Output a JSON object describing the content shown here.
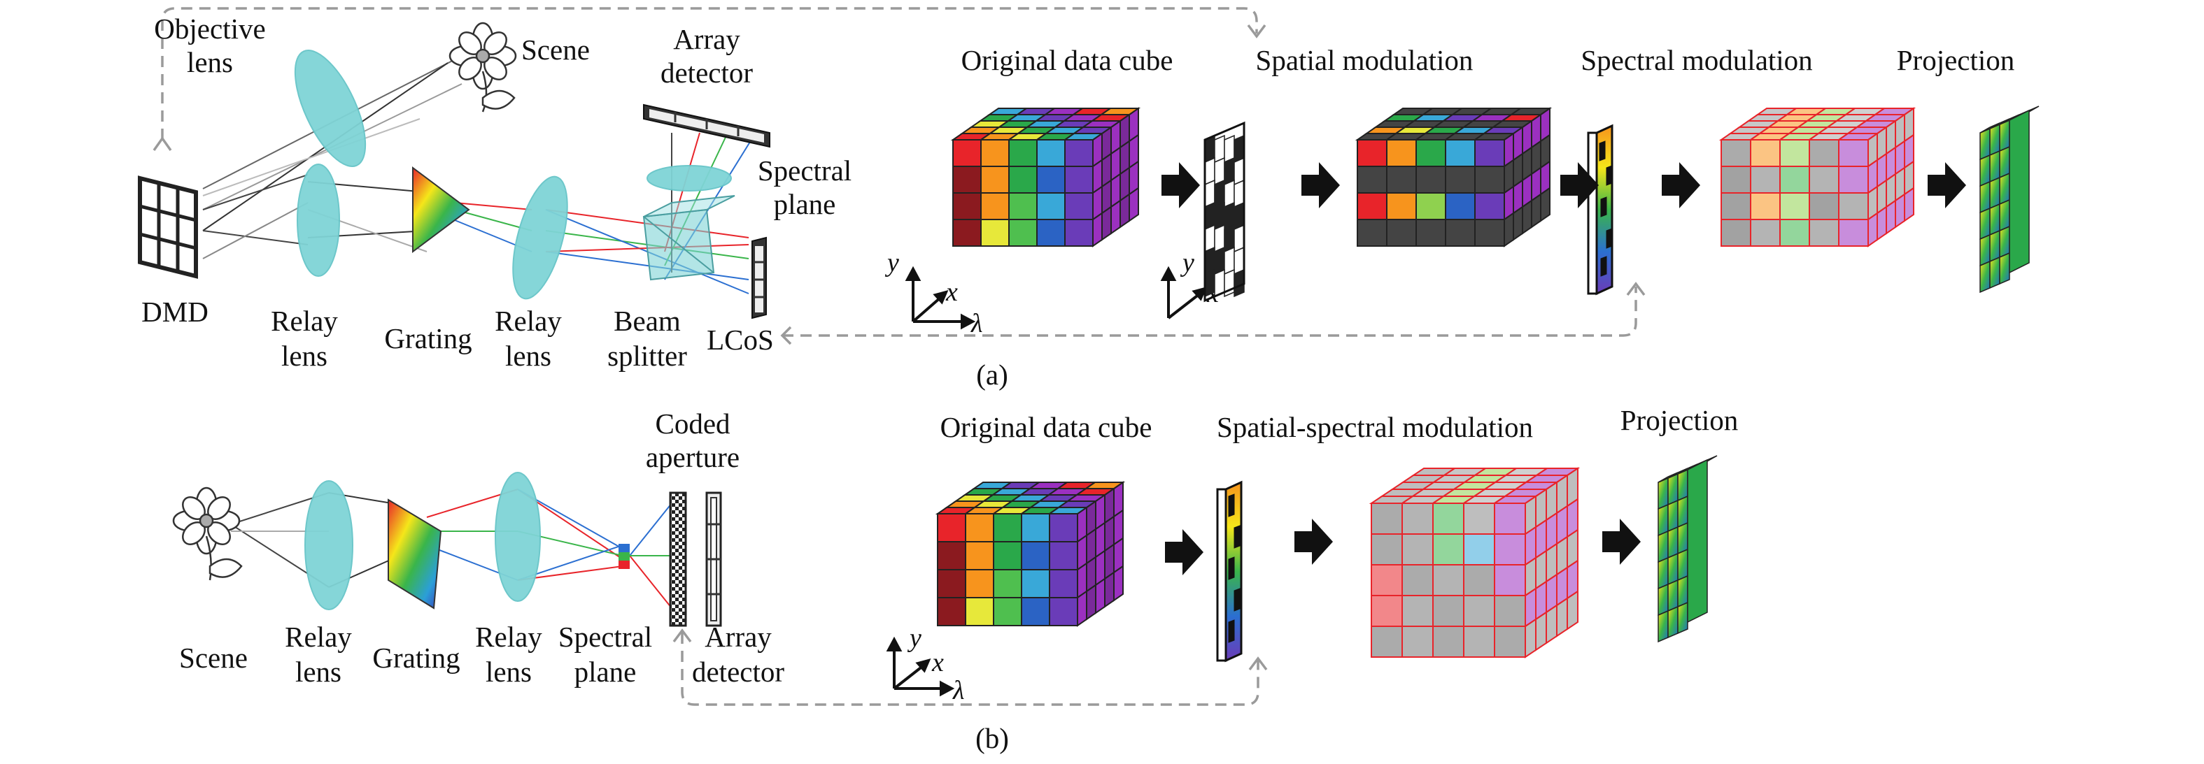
{
  "panel_a": {
    "labels": {
      "objective_lens": [
        "Objective",
        "lens"
      ],
      "scene": "Scene",
      "array_detector": [
        "Array",
        "detector"
      ],
      "spectral_plane": [
        "Spectral",
        "plane"
      ],
      "dmd": "DMD",
      "relay_lens_1": [
        "Relay",
        "lens"
      ],
      "grating": "Grating",
      "relay_lens_2": [
        "Relay",
        "lens"
      ],
      "beam_splitter": [
        "Beam",
        "splitter"
      ],
      "lcos": "LCoS"
    },
    "stage_titles": {
      "original": "Original data cube",
      "spatial": "Spatial modulation",
      "spectral": "Spectral modulation",
      "projection": "Projection"
    },
    "axes": {
      "y": "y",
      "x": "x",
      "lambda": "λ"
    },
    "caption": "(a)"
  },
  "panel_b": {
    "labels": {
      "coded_aperture": [
        "Coded",
        "aperture"
      ],
      "scene": "Scene",
      "relay_lens_1": [
        "Relay",
        "lens"
      ],
      "grating": "Grating",
      "relay_lens_2": [
        "Relay",
        "lens"
      ],
      "spectral_plane": [
        "Spectral",
        "plane"
      ],
      "array_detector": [
        "Array",
        "detector"
      ]
    },
    "stage_titles": {
      "original": "Original data cube",
      "spatial_spectral": "Spatial-spectral modulation",
      "projection": "Projection"
    },
    "axes": {
      "y": "y",
      "x": "x",
      "lambda": "λ"
    },
    "caption": "(b)"
  },
  "colors": {
    "cube_columns": [
      "#e8242a",
      "#f7941d",
      "#2aa84a",
      "#39a8d8",
      "#6a3cb8",
      "#9b30c0"
    ],
    "cube_column_dark": [
      "#8b1a1f",
      "#e7e83a",
      "#4fbf4f",
      "#2b63c4",
      "#4a2590",
      "#7a2a9a"
    ],
    "lens": "#7fd4d6",
    "dashed_path": "#9a9a9a",
    "arrow": "#111111"
  }
}
